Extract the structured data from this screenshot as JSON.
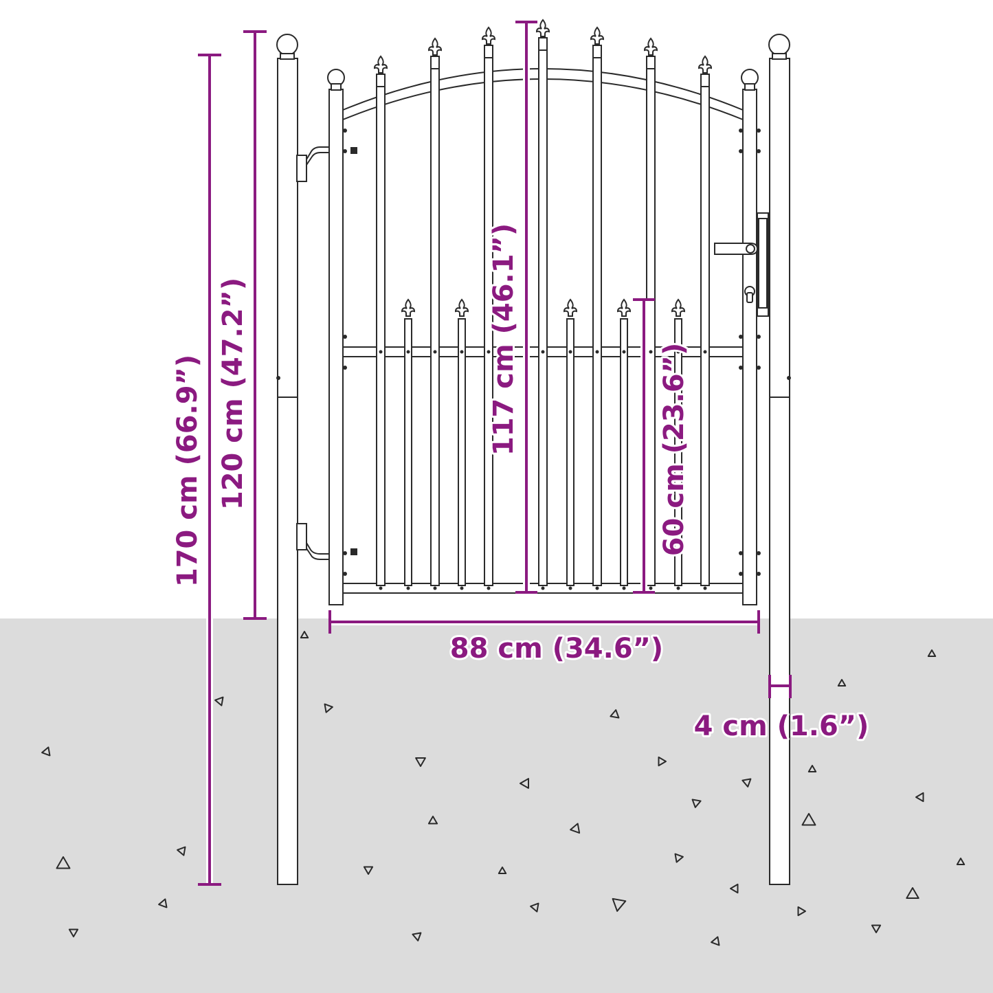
{
  "colors": {
    "ground": "#dcdcdc",
    "dimension": "#8b1a80",
    "outline": "#2a2a2a"
  },
  "dimensions": {
    "total_height": "170 cm (66.9”)",
    "gate_height": "120 cm (47.2”)",
    "center_height": "117 cm (46.1”)",
    "lower_spear_height": "60 cm (23.6”)",
    "gate_width": "88 cm (34.6”)",
    "post_width": "4 cm (1.6”)"
  }
}
